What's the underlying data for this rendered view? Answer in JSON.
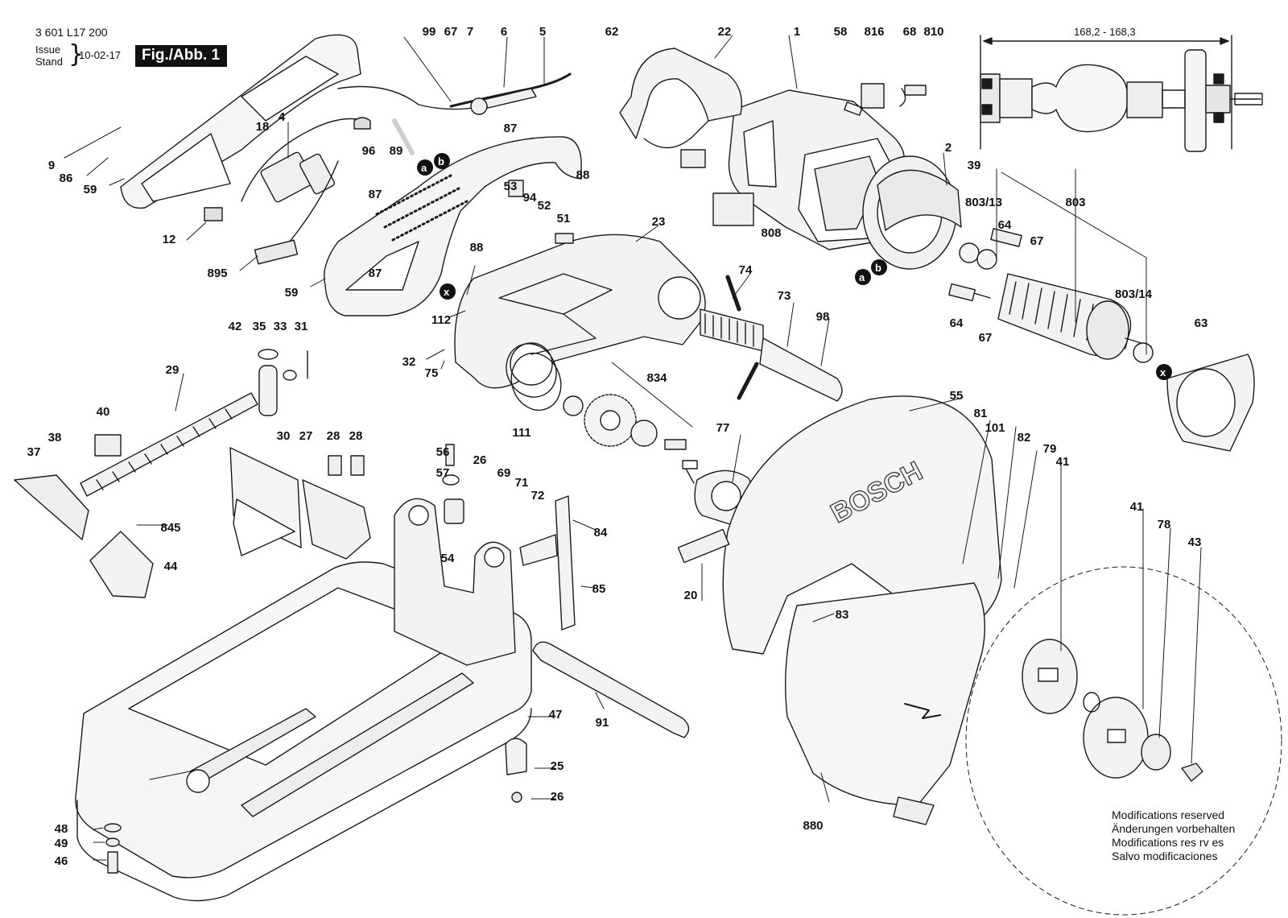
{
  "header": {
    "document_number": "3 601 L17 200",
    "issue_label": "Issue",
    "stand_label": "Stand",
    "issue_date": "10-02-17",
    "figure_label": "Fig./Abb. 1"
  },
  "dimension_label": "168,2 - 168,3",
  "brand_text": "BOSCH",
  "connector_markers": [
    "a",
    "b",
    "x"
  ],
  "notes": [
    "Modifications reserved",
    "Änderungen vorbehalten",
    "Modifications res rv es",
    "Salvo modificaciones"
  ],
  "callouts": [
    {
      "id": "99",
      "label": "99"
    },
    {
      "id": "67-top",
      "label": "67"
    },
    {
      "id": "7",
      "label": "7"
    },
    {
      "id": "6",
      "label": "6"
    },
    {
      "id": "5",
      "label": "5"
    },
    {
      "id": "62",
      "label": "62"
    },
    {
      "id": "22",
      "label": "22"
    },
    {
      "id": "1",
      "label": "1"
    },
    {
      "id": "58",
      "label": "58"
    },
    {
      "id": "816",
      "label": "816"
    },
    {
      "id": "68",
      "label": "68"
    },
    {
      "id": "810",
      "label": "810"
    },
    {
      "id": "18",
      "label": "18"
    },
    {
      "id": "4",
      "label": "4"
    },
    {
      "id": "87-a",
      "label": "87"
    },
    {
      "id": "96",
      "label": "96"
    },
    {
      "id": "89",
      "label": "89"
    },
    {
      "id": "9",
      "label": "9"
    },
    {
      "id": "86",
      "label": "86"
    },
    {
      "id": "59-top",
      "label": "59"
    },
    {
      "id": "87-b",
      "label": "87"
    },
    {
      "id": "88-a",
      "label": "88"
    },
    {
      "id": "53",
      "label": "53"
    },
    {
      "id": "94",
      "label": "94"
    },
    {
      "id": "52",
      "label": "52"
    },
    {
      "id": "51",
      "label": "51"
    },
    {
      "id": "88-b",
      "label": "88"
    },
    {
      "id": "12",
      "label": "12"
    },
    {
      "id": "895",
      "label": "895"
    },
    {
      "id": "87-c",
      "label": "87"
    },
    {
      "id": "59-mid",
      "label": "59"
    },
    {
      "id": "23",
      "label": "23"
    },
    {
      "id": "808",
      "label": "808"
    },
    {
      "id": "2",
      "label": "2"
    },
    {
      "id": "39",
      "label": "39"
    },
    {
      "id": "803-13",
      "label": "803/13"
    },
    {
      "id": "803",
      "label": "803"
    },
    {
      "id": "64-a",
      "label": "64"
    },
    {
      "id": "67-a",
      "label": "67"
    },
    {
      "id": "74",
      "label": "74"
    },
    {
      "id": "73",
      "label": "73"
    },
    {
      "id": "98",
      "label": "98"
    },
    {
      "id": "803-14",
      "label": "803/14"
    },
    {
      "id": "64-b",
      "label": "64"
    },
    {
      "id": "67-b",
      "label": "67"
    },
    {
      "id": "63",
      "label": "63"
    },
    {
      "id": "42",
      "label": "42"
    },
    {
      "id": "35",
      "label": "35"
    },
    {
      "id": "33",
      "label": "33"
    },
    {
      "id": "31",
      "label": "31"
    },
    {
      "id": "112",
      "label": "112"
    },
    {
      "id": "32",
      "label": "32"
    },
    {
      "id": "75",
      "label": "75"
    },
    {
      "id": "29",
      "label": "29"
    },
    {
      "id": "834",
      "label": "834"
    },
    {
      "id": "55",
      "label": "55"
    },
    {
      "id": "81",
      "label": "81"
    },
    {
      "id": "101",
      "label": "101"
    },
    {
      "id": "82",
      "label": "82"
    },
    {
      "id": "79",
      "label": "79"
    },
    {
      "id": "41-a",
      "label": "41"
    },
    {
      "id": "40",
      "label": "40"
    },
    {
      "id": "38",
      "label": "38"
    },
    {
      "id": "37",
      "label": "37"
    },
    {
      "id": "111",
      "label": "111"
    },
    {
      "id": "77",
      "label": "77"
    },
    {
      "id": "30",
      "label": "30"
    },
    {
      "id": "27",
      "label": "27"
    },
    {
      "id": "28-a",
      "label": "28"
    },
    {
      "id": "28-b",
      "label": "28"
    },
    {
      "id": "56",
      "label": "56"
    },
    {
      "id": "26-a",
      "label": "26"
    },
    {
      "id": "57",
      "label": "57"
    },
    {
      "id": "69",
      "label": "69"
    },
    {
      "id": "71",
      "label": "71"
    },
    {
      "id": "72",
      "label": "72"
    },
    {
      "id": "845",
      "label": "845"
    },
    {
      "id": "84",
      "label": "84"
    },
    {
      "id": "54",
      "label": "54"
    },
    {
      "id": "44",
      "label": "44"
    },
    {
      "id": "20",
      "label": "20"
    },
    {
      "id": "85",
      "label": "85"
    },
    {
      "id": "83",
      "label": "83"
    },
    {
      "id": "41-b",
      "label": "41"
    },
    {
      "id": "78",
      "label": "78"
    },
    {
      "id": "43",
      "label": "43"
    },
    {
      "id": "47",
      "label": "47"
    },
    {
      "id": "91",
      "label": "91"
    },
    {
      "id": "25",
      "label": "25"
    },
    {
      "id": "26-b",
      "label": "26"
    },
    {
      "id": "880",
      "label": "880"
    },
    {
      "id": "48",
      "label": "48"
    },
    {
      "id": "49",
      "label": "49"
    },
    {
      "id": "46",
      "label": "46"
    }
  ]
}
